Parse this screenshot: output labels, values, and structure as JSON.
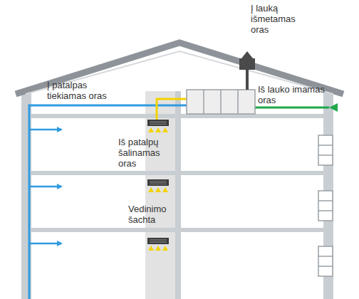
{
  "diagram": {
    "labels": [
      "Į lauką išmetamas oras",
      "Į patalpas tiekiamas oras",
      "Iš lauko imamas oras",
      "Iš patalpų šalinamas oras",
      "Vedinimo šachta"
    ]
  }
}
